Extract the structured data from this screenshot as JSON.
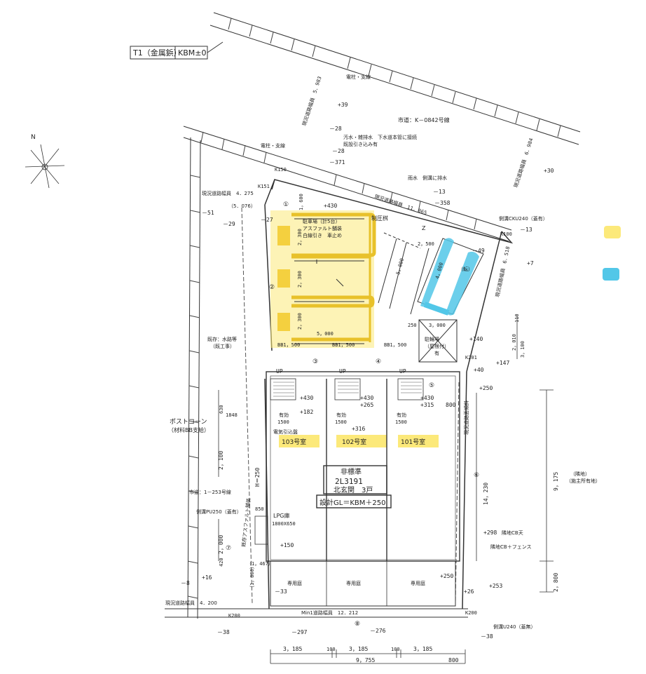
{
  "benchmark": {
    "left": "T1（金属鋲）",
    "right": "KBM±0"
  },
  "road_north": {
    "label": "市道：K－0842号線",
    "note1": "汚水・雑排水　下水道本管に接続",
    "note2": "既設引き込み有",
    "pole1": "電柱・支線",
    "pole2": "電柱・支線"
  },
  "levels": {
    "p39": "+39",
    "m28": "－28",
    "m28b": "－28",
    "m371": "－371",
    "m13": "－13",
    "m358": "－358",
    "m13b": "－13",
    "p30": "+30",
    "m51": "－51",
    "m29": "－29",
    "m27": "－27",
    "p430": "+430",
    "m49": "－49",
    "p7": "+7",
    "p140": "+140",
    "p40": "+40",
    "p147": "+147",
    "p250": "+250",
    "p316": "+316",
    "p298": "+298",
    "p253": "+253",
    "p26": "+26",
    "p16": "+16",
    "m8": "－8",
    "m33": "－33",
    "m38": "－38",
    "m297": "－297",
    "m276": "－276",
    "m38b": "－38",
    "p250b": "+250",
    "p150": "+150",
    "p430a": "+430",
    "p430b": "+430",
    "p430c": "+430",
    "p265": "+265",
    "p315": "+315",
    "p182": "+182"
  },
  "boundary": {
    "top_left": "現況道路幅員　5．983",
    "top_right": "現況道路幅員　6．984",
    "mid": "現況道路幅員　11．865",
    "left_a": "現況道路幅員　4．275",
    "left_b": "（5．076）",
    "right_a": "現況道路幅員　6．518",
    "bottom_left": "現況道路幅員　4．200",
    "bottom": "Min1道路幅員　12．212"
  },
  "parking": {
    "note_title": "駐車場（計5台）",
    "note1": "アスファルト舗装",
    "note2": "白線引き　車止め",
    "d2300a": "2，300",
    "d2300b": "2，300",
    "d2300c": "2，300",
    "d5000": "5，000",
    "d1600": "1，600",
    "bo1": "BB1，500",
    "bo2": "BB1，500",
    "bo3": "BB1，500"
  },
  "bike": {
    "d2500": "2，500",
    "d5000": "5，000",
    "d4000": "4，000",
    "note": "（転）",
    "rain": "雨水　側溝に排水",
    "pressure": "制圧桝",
    "z": "Z"
  },
  "gutter": {
    "top": "側溝CKU240（蓋有）",
    "k100": "K100",
    "k151": "K151",
    "k150": "K150",
    "k201": "K201",
    "k200": "K200",
    "k200b": "K200"
  },
  "storage": {
    "d3000": "3，000",
    "d250": "250",
    "note1": "駐輪場",
    "note2": "（屋根付）",
    "note3": "有",
    "h2010": "2，010",
    "h3100": "3，100",
    "h110": "110"
  },
  "units": {
    "u103": "103号室",
    "u102": "102号室",
    "u101": "101号室",
    "storage": "有効",
    "w1500": "1500",
    "elec": "電気引込盤",
    "up": "UP"
  },
  "building": {
    "title": "非標準",
    "code": "2L3191",
    "type": "北玄関　3戸",
    "gl": "設計GL＝KBM＋250",
    "garden": "専用庭",
    "dim_h": "H＝250",
    "gas": "LPG庫",
    "gas_size": "1800X650",
    "post": "ポストコーン",
    "post2": "（材料BB支給）"
  },
  "side_labels": {
    "left_wall": "既存：水路等",
    "left_wall2": "（既工事）",
    "fence": "隣地CB＋フェンス",
    "fence2": "隣地CB天",
    "city": "市道：1－253号線",
    "drain": "側溝PU250（蓋有）",
    "right_note": "（隣地）",
    "right_note2": "（施主所有地）",
    "bottom_gutter": "側溝U240（蓋無）",
    "slope": "現況道路面傾斜",
    "asphalt": "既存アスファルト舗装"
  },
  "dims_right": {
    "d9175": "9，175",
    "d14230": "14，230",
    "d2800": "2，800",
    "d800": "800"
  },
  "dims_bottom": {
    "d3185a": "3，185",
    "d100a": "100",
    "d3185b": "3，185",
    "d100b": "100",
    "d3185c": "3，185",
    "d9755": "9，755",
    "d800": "800"
  },
  "dims_left": {
    "d2100": "2，100",
    "d2000": "2，000",
    "d420": "420",
    "d850": "850",
    "d1467": "（1，467）",
    "d1800": "（1，800）",
    "d630": "630",
    "d1848": "1848"
  },
  "circles": [
    "①",
    "②",
    "③",
    "④",
    "⑤",
    "⑥",
    "⑦",
    "⑧"
  ],
  "legend": {
    "yellow": "#fce97a",
    "cyan": "#52c7e8"
  },
  "north": "N"
}
